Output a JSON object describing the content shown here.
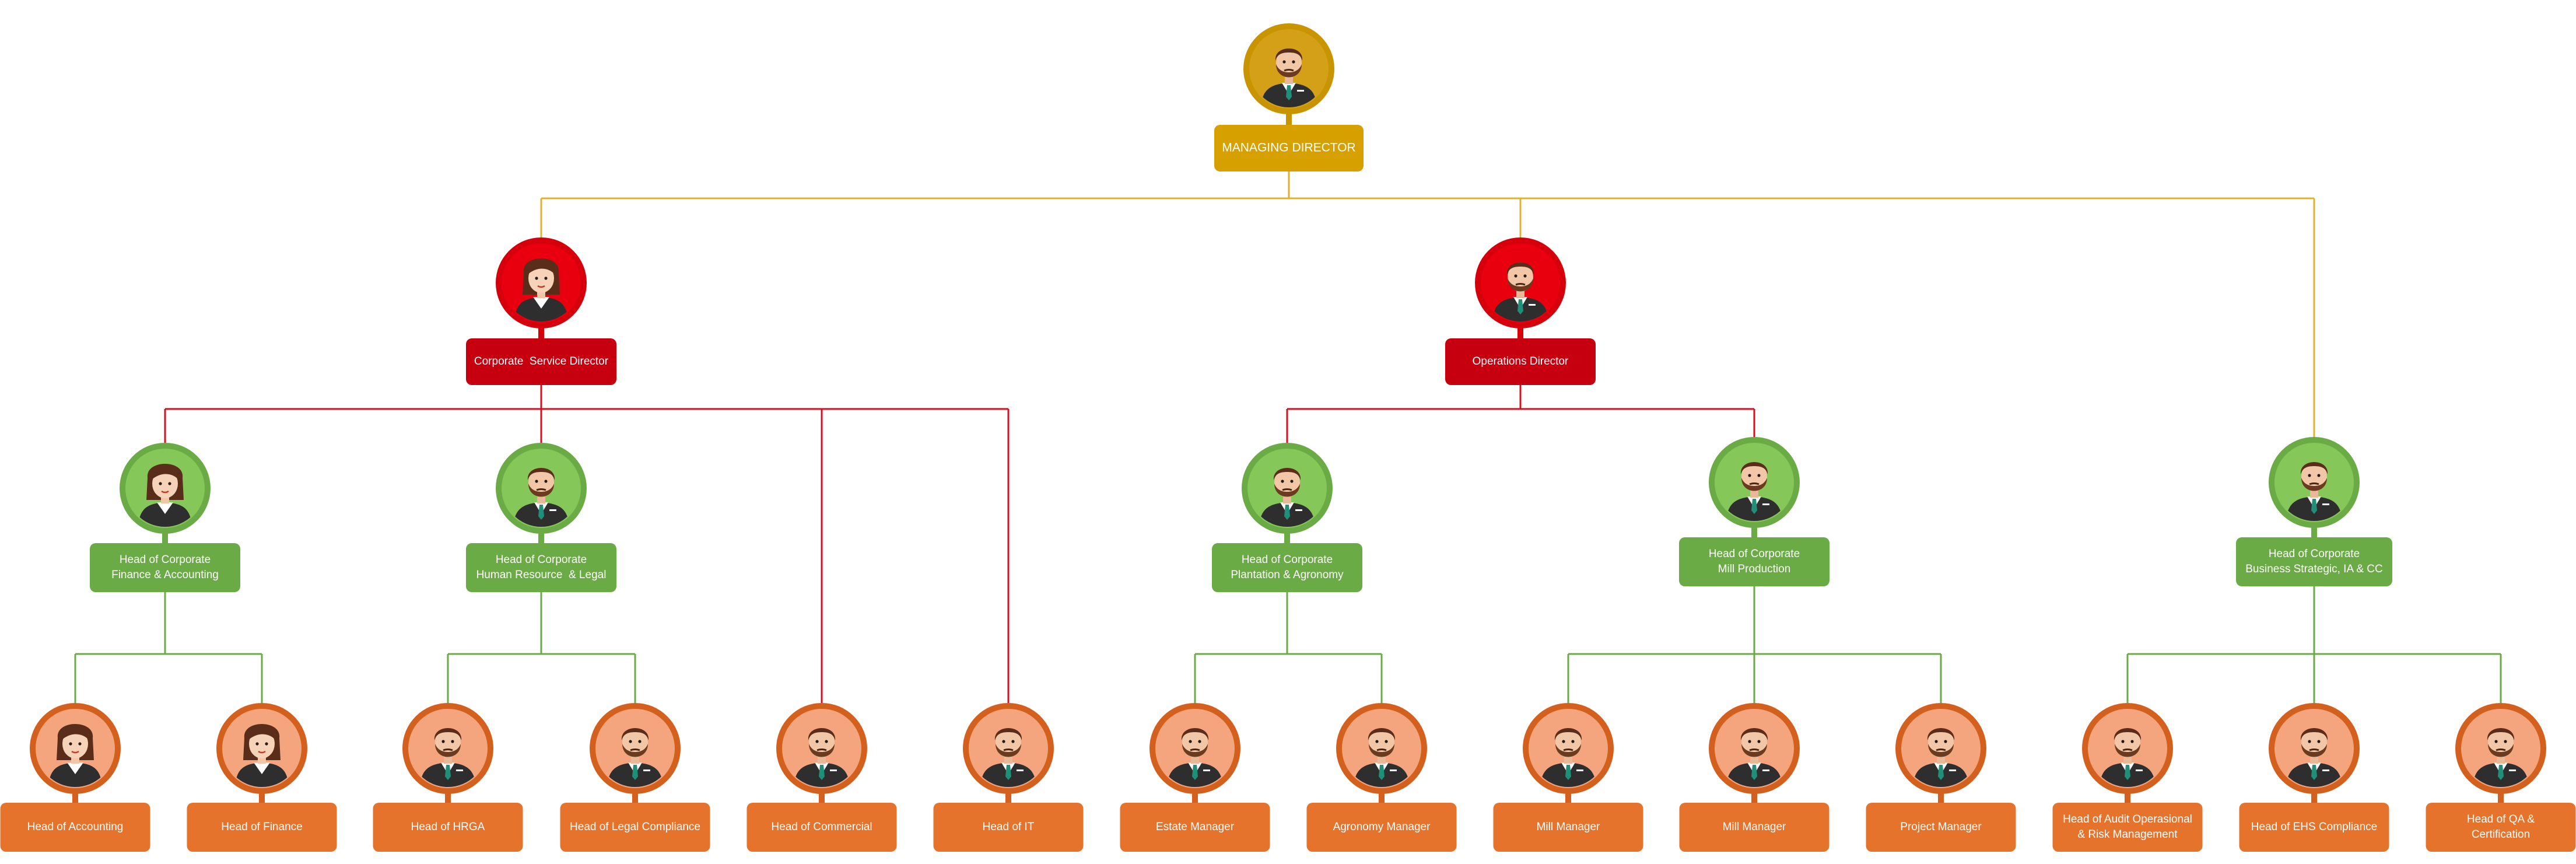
{
  "colors": {
    "gold": "#D6A100",
    "gold_ring": "#C89400",
    "red": "#C6000F",
    "red_ring": "#D6000D",
    "green": "#6AAB45",
    "green_ring": "#6AAB45",
    "orange": "#E6732B",
    "orange_ring": "#D4601E",
    "line_gold": "#E0B030",
    "line_red": "#D41020",
    "line_green": "#6AAB45",
    "avatar_fill_gold": "#D4A017",
    "avatar_fill_red": "#E8000F",
    "avatar_fill_green": "#86C75A",
    "avatar_fill_orange": "#F4A57E"
  },
  "nodes": [
    {
      "id": "md",
      "label": [
        "MANAGING DIRECTOR"
      ],
      "level": "gold",
      "avatar": "male-avatar-icon"
    },
    {
      "id": "csd",
      "label": [
        "Corporate  Service Director"
      ],
      "level": "red",
      "avatar": "female-avatar-icon"
    },
    {
      "id": "od",
      "label": [
        "Operations Director"
      ],
      "level": "red",
      "avatar": "male-avatar-icon"
    },
    {
      "id": "hcfa",
      "label": [
        "Head of Corporate",
        "Finance & Accounting"
      ],
      "level": "green",
      "avatar": "female-avatar-icon"
    },
    {
      "id": "hchrl",
      "label": [
        "Head of Corporate",
        "Human Resource  & Legal"
      ],
      "level": "green",
      "avatar": "male-avatar-icon"
    },
    {
      "id": "hcpa",
      "label": [
        "Head of Corporate",
        "Plantation & Agronomy"
      ],
      "level": "green",
      "avatar": "male-avatar-icon"
    },
    {
      "id": "hcmp",
      "label": [
        "Head of Corporate",
        "Mill Production"
      ],
      "level": "green",
      "avatar": "male-avatar-icon"
    },
    {
      "id": "hcbs",
      "label": [
        "Head of Corporate",
        "Business Strategic, IA & CC"
      ],
      "level": "green",
      "avatar": "male-avatar-icon"
    },
    {
      "id": "hacc",
      "label": [
        "Head of Accounting"
      ],
      "level": "orange",
      "avatar": "female-avatar-icon"
    },
    {
      "id": "hfin",
      "label": [
        "Head of Finance"
      ],
      "level": "orange",
      "avatar": "female-avatar-icon"
    },
    {
      "id": "hhrga",
      "label": [
        "Head of HRGA"
      ],
      "level": "orange",
      "avatar": "male-avatar-icon"
    },
    {
      "id": "hlegal",
      "label": [
        "Head of Legal Compliance"
      ],
      "level": "orange",
      "avatar": "male-avatar-icon"
    },
    {
      "id": "hcomm",
      "label": [
        "Head of Commercial"
      ],
      "level": "orange",
      "avatar": "male-avatar-icon"
    },
    {
      "id": "hit",
      "label": [
        "Head of IT"
      ],
      "level": "orange",
      "avatar": "male-avatar-icon"
    },
    {
      "id": "estate",
      "label": [
        "Estate Manager"
      ],
      "level": "orange",
      "avatar": "male-avatar-icon"
    },
    {
      "id": "agro",
      "label": [
        "Agronomy Manager"
      ],
      "level": "orange",
      "avatar": "male-avatar-icon"
    },
    {
      "id": "mill1",
      "label": [
        "Mill Manager"
      ],
      "level": "orange",
      "avatar": "male-avatar-icon"
    },
    {
      "id": "mill2",
      "label": [
        "Mill Manager"
      ],
      "level": "orange",
      "avatar": "male-avatar-icon"
    },
    {
      "id": "proj",
      "label": [
        "Project Manager"
      ],
      "level": "orange",
      "avatar": "male-avatar-icon"
    },
    {
      "id": "audit",
      "label": [
        "Head of Audit Operasional",
        "& Risk Management"
      ],
      "level": "orange",
      "avatar": "male-avatar-icon"
    },
    {
      "id": "ehs",
      "label": [
        "Head of EHS Compliance"
      ],
      "level": "orange",
      "avatar": "male-avatar-icon"
    },
    {
      "id": "qa",
      "label": [
        "Head of QA &",
        "Certification"
      ],
      "level": "orange",
      "avatar": "male-avatar-icon"
    }
  ],
  "edges": [
    {
      "from": "md",
      "to": [
        "csd",
        "od",
        "hcbs"
      ],
      "color": "gold"
    },
    {
      "from": "csd",
      "to": [
        "hcfa",
        "hchrl",
        "hcomm",
        "hit"
      ],
      "color": "red"
    },
    {
      "from": "od",
      "to": [
        "hcpa",
        "hcmp"
      ],
      "color": "red"
    },
    {
      "from": "hcfa",
      "to": [
        "hacc",
        "hfin"
      ],
      "color": "green"
    },
    {
      "from": "hchrl",
      "to": [
        "hhrga",
        "hlegal"
      ],
      "color": "green"
    },
    {
      "from": "hcpa",
      "to": [
        "estate",
        "agro"
      ],
      "color": "green"
    },
    {
      "from": "hcmp",
      "to": [
        "mill1",
        "mill2",
        "proj"
      ],
      "color": "green"
    },
    {
      "from": "hcbs",
      "to": [
        "audit",
        "ehs",
        "qa"
      ],
      "color": "green"
    }
  ]
}
